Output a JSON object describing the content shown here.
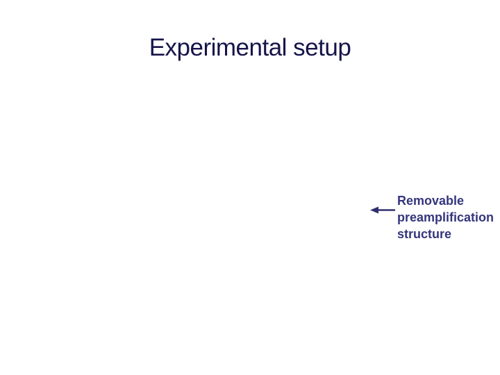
{
  "slide": {
    "title": "Experimental setup",
    "annotation": {
      "text": "Removable\npreamplification\nstructure",
      "arrow_direction": "left"
    },
    "colors": {
      "background": "#ffffff",
      "title_text": "#15154a",
      "annotation_text": "#34357d",
      "arrow": "#2f2f6e"
    }
  }
}
